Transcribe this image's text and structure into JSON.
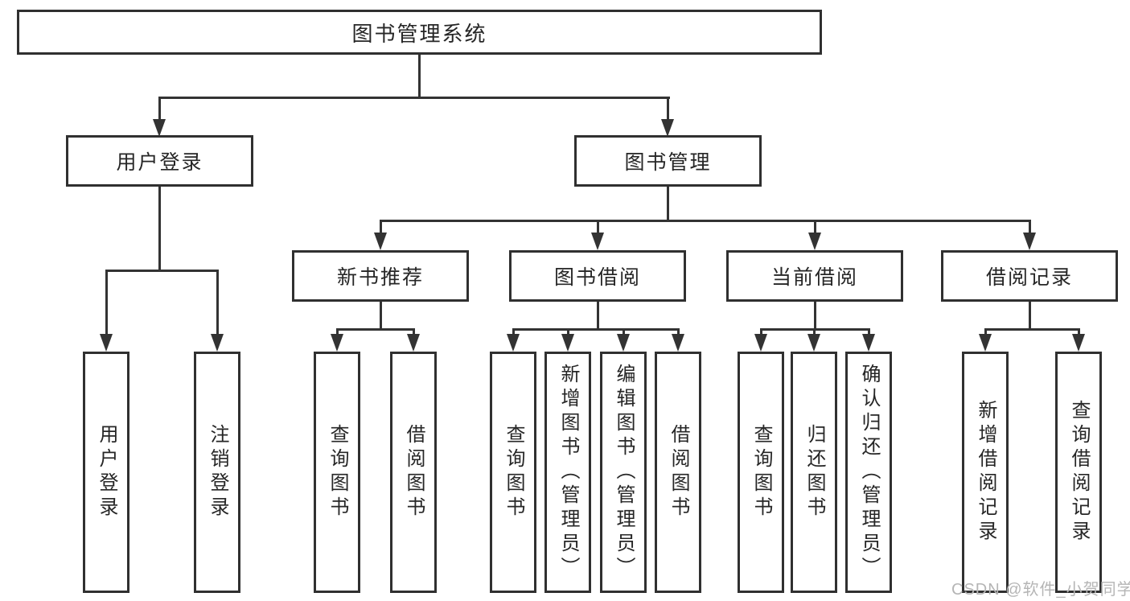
{
  "nodes": {
    "root": "图书管理系统",
    "user_login": "用户登录",
    "book_mgmt": "图书管理",
    "new_books": "新书推荐",
    "book_borrow": "图书借阅",
    "current_borrow": "当前借阅",
    "borrow_records": "借阅记录",
    "leaf_user_login": "用户登录",
    "leaf_logout": "注销登录",
    "leaf_nb_query": "查询图书",
    "leaf_nb_borrow": "借阅图书",
    "leaf_bb_query": "查询图书",
    "leaf_bb_add": "新增图书（管理员）",
    "leaf_bb_edit": "编辑图书（管理员）",
    "leaf_bb_borrow": "借阅图书",
    "leaf_cb_query": "查询图书",
    "leaf_cb_return": "归还图书",
    "leaf_cb_confirm": "确认归还（管理员）",
    "leaf_br_add": "新增借阅记录",
    "leaf_br_query": "查询借阅记录"
  },
  "watermark": "CSDN @软件_小贺同学",
  "colors": {
    "line": "#333333",
    "border": "#303030",
    "text": "#262626",
    "watermark": "#b5b5b5",
    "background": "#ffffff"
  }
}
